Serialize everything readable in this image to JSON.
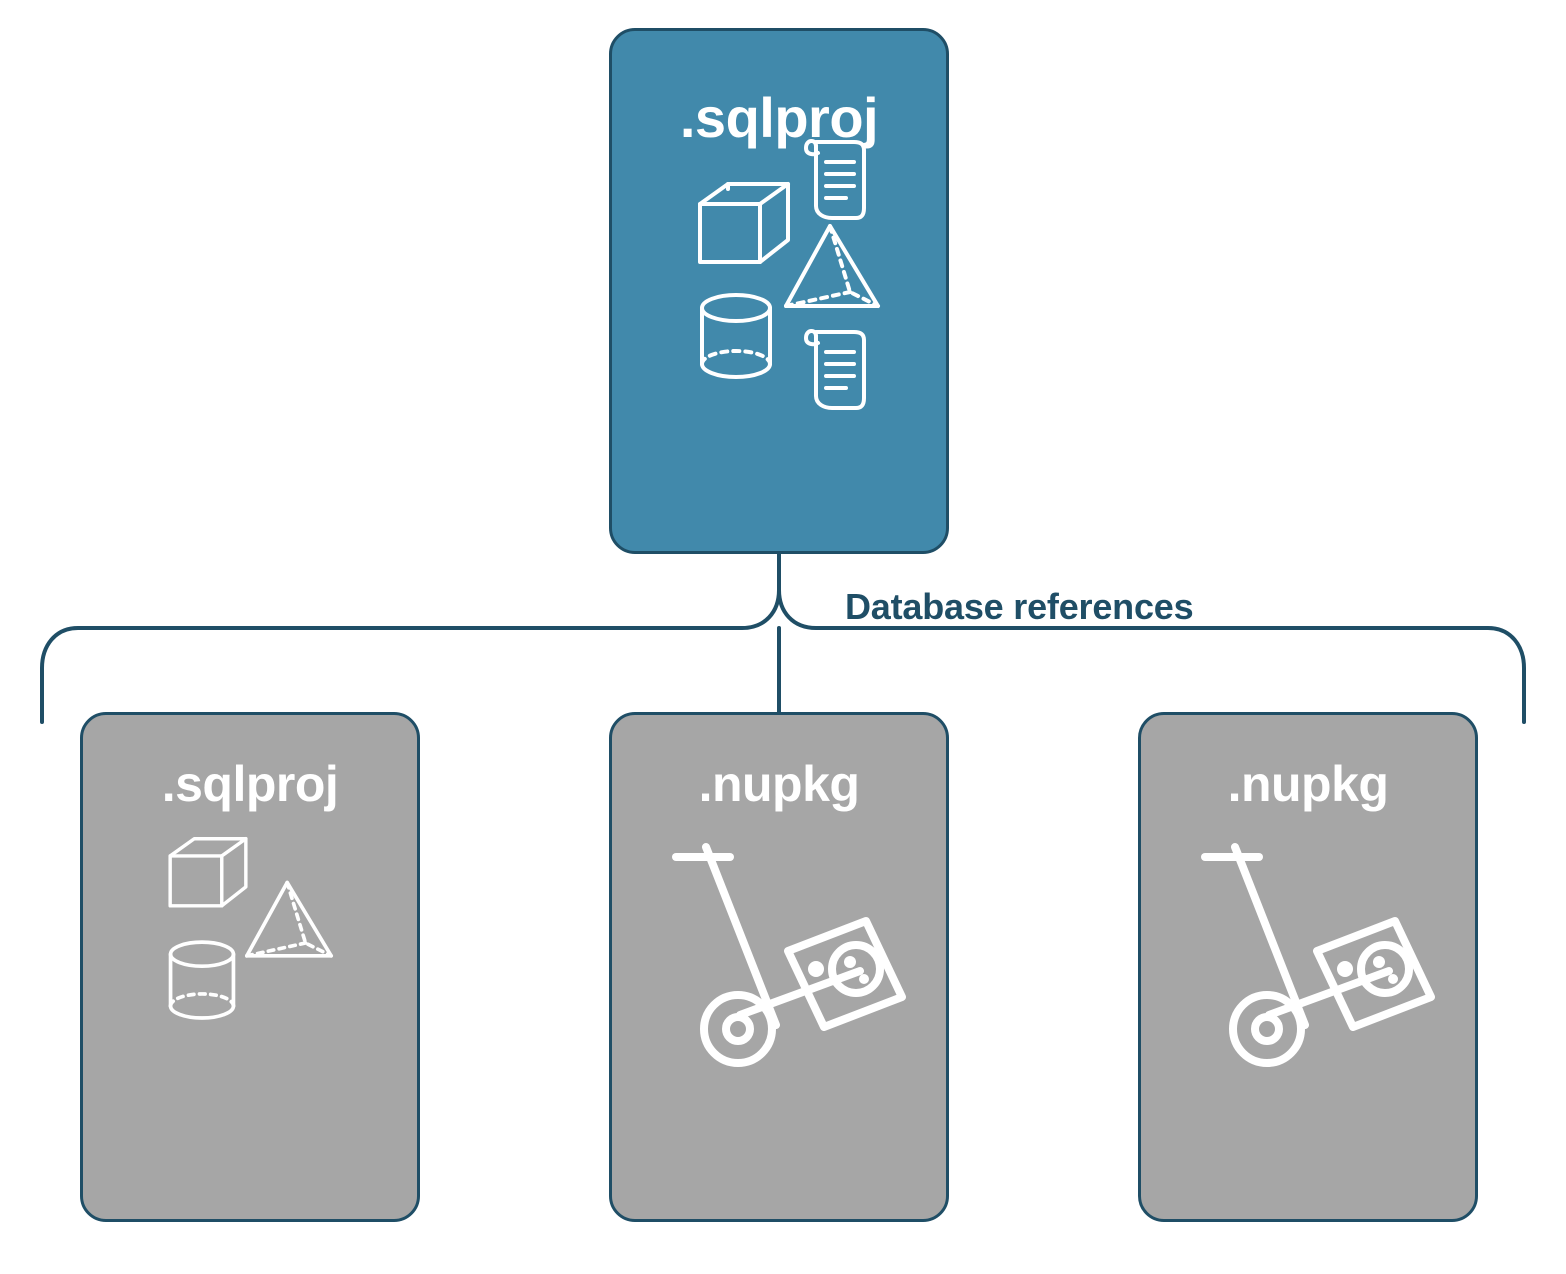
{
  "diagram": {
    "title": "Database references",
    "colors": {
      "root_fill": "#4189ab",
      "child_fill": "#a6a6a6",
      "stroke": "#1f4e66",
      "label_text": "#1f4e66",
      "icon": "#ffffff"
    },
    "edge_label": "Database references",
    "root": {
      "label": ".sqlproj",
      "icons": [
        "cube-icon",
        "scroll-icon",
        "pyramid-icon",
        "cylinder-icon",
        "scroll-icon"
      ]
    },
    "children": [
      {
        "label": ".sqlproj",
        "icons": [
          "cube-icon",
          "pyramid-icon",
          "cylinder-icon"
        ]
      },
      {
        "label": ".nupkg",
        "icons": [
          "package-handtruck-icon"
        ]
      },
      {
        "label": ".nupkg",
        "icons": [
          "package-handtruck-icon"
        ]
      }
    ]
  }
}
